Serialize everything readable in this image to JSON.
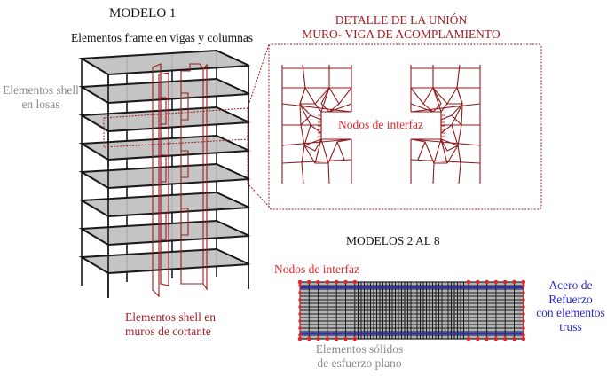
{
  "figure": {
    "model1": {
      "title": "MODELO  1",
      "frame_label": "Elementos frame en vigas y columnas",
      "slab_label_line1": "Elementos shell",
      "slab_label_line2": "en losas",
      "wall_label_line1": "Elementos shell en",
      "wall_label_line2": "muros de cortante",
      "num_slabs": 8
    },
    "detail": {
      "title_line1": "DETALLE DE LA UNIÓN",
      "title_line2": "MURO- VIGA DE ACOMPLAMIENTO",
      "interface_label": "Nodos de interfaz"
    },
    "models2to8": {
      "title": "MODELOS  2 AL 8",
      "interface_label": "Nodos de interfaz",
      "rebar_label_line1": "Acero de",
      "rebar_label_line2": "Refuerzo",
      "rebar_label_line3": "con elementos",
      "rebar_label_line4": "truss",
      "solid_label_line1": "Elementos sólidos",
      "solid_label_line2": "de esfuerzo plano"
    },
    "colors": {
      "frame": "#1a1a1a",
      "slab_fill": "#c0c0c0",
      "wall": "#9b1c20",
      "mesh": "#8e1a1d",
      "interface_nodes": "#e0262b",
      "rebar": "#2a2ac8",
      "callout": "#9b1c20",
      "gray_text": "#8a8a8a"
    }
  }
}
